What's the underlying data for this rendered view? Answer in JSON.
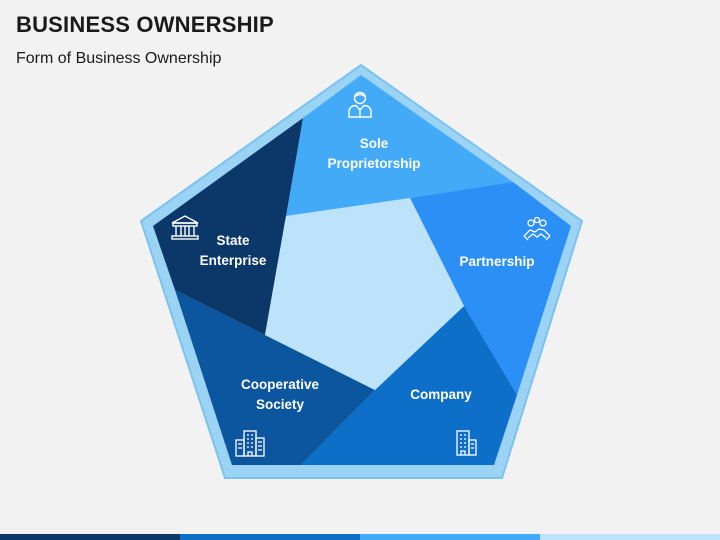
{
  "header": {
    "title": "BUSINESS OWNERSHIP",
    "subtitle": "Form of Business Ownership"
  },
  "segments": [
    {
      "id": "sole",
      "label": "Sole\nProprietorship",
      "icon": "person-icon",
      "color": "#42aaf7"
    },
    {
      "id": "partnership",
      "label": "Partnership",
      "icon": "handshake-icon",
      "color": "#2b8ff5"
    },
    {
      "id": "company",
      "label": "Company",
      "icon": "office-building-icon",
      "color": "#0e6fc8"
    },
    {
      "id": "cooperative",
      "label": "Cooperative\nSociety",
      "icon": "buildings-icon",
      "color": "#0c569f"
    },
    {
      "id": "state",
      "label": "State\nEnterprise",
      "icon": "government-building-icon",
      "color": "#0b3769"
    }
  ],
  "colors": {
    "outer_frame": "#9bd3f5",
    "frame_stroke": "#7cc2ef",
    "center": "#bde3fb",
    "bottom_bar": [
      "#0b3769",
      "#0e6fc8",
      "#42aaf7",
      "#bde3fb"
    ]
  }
}
